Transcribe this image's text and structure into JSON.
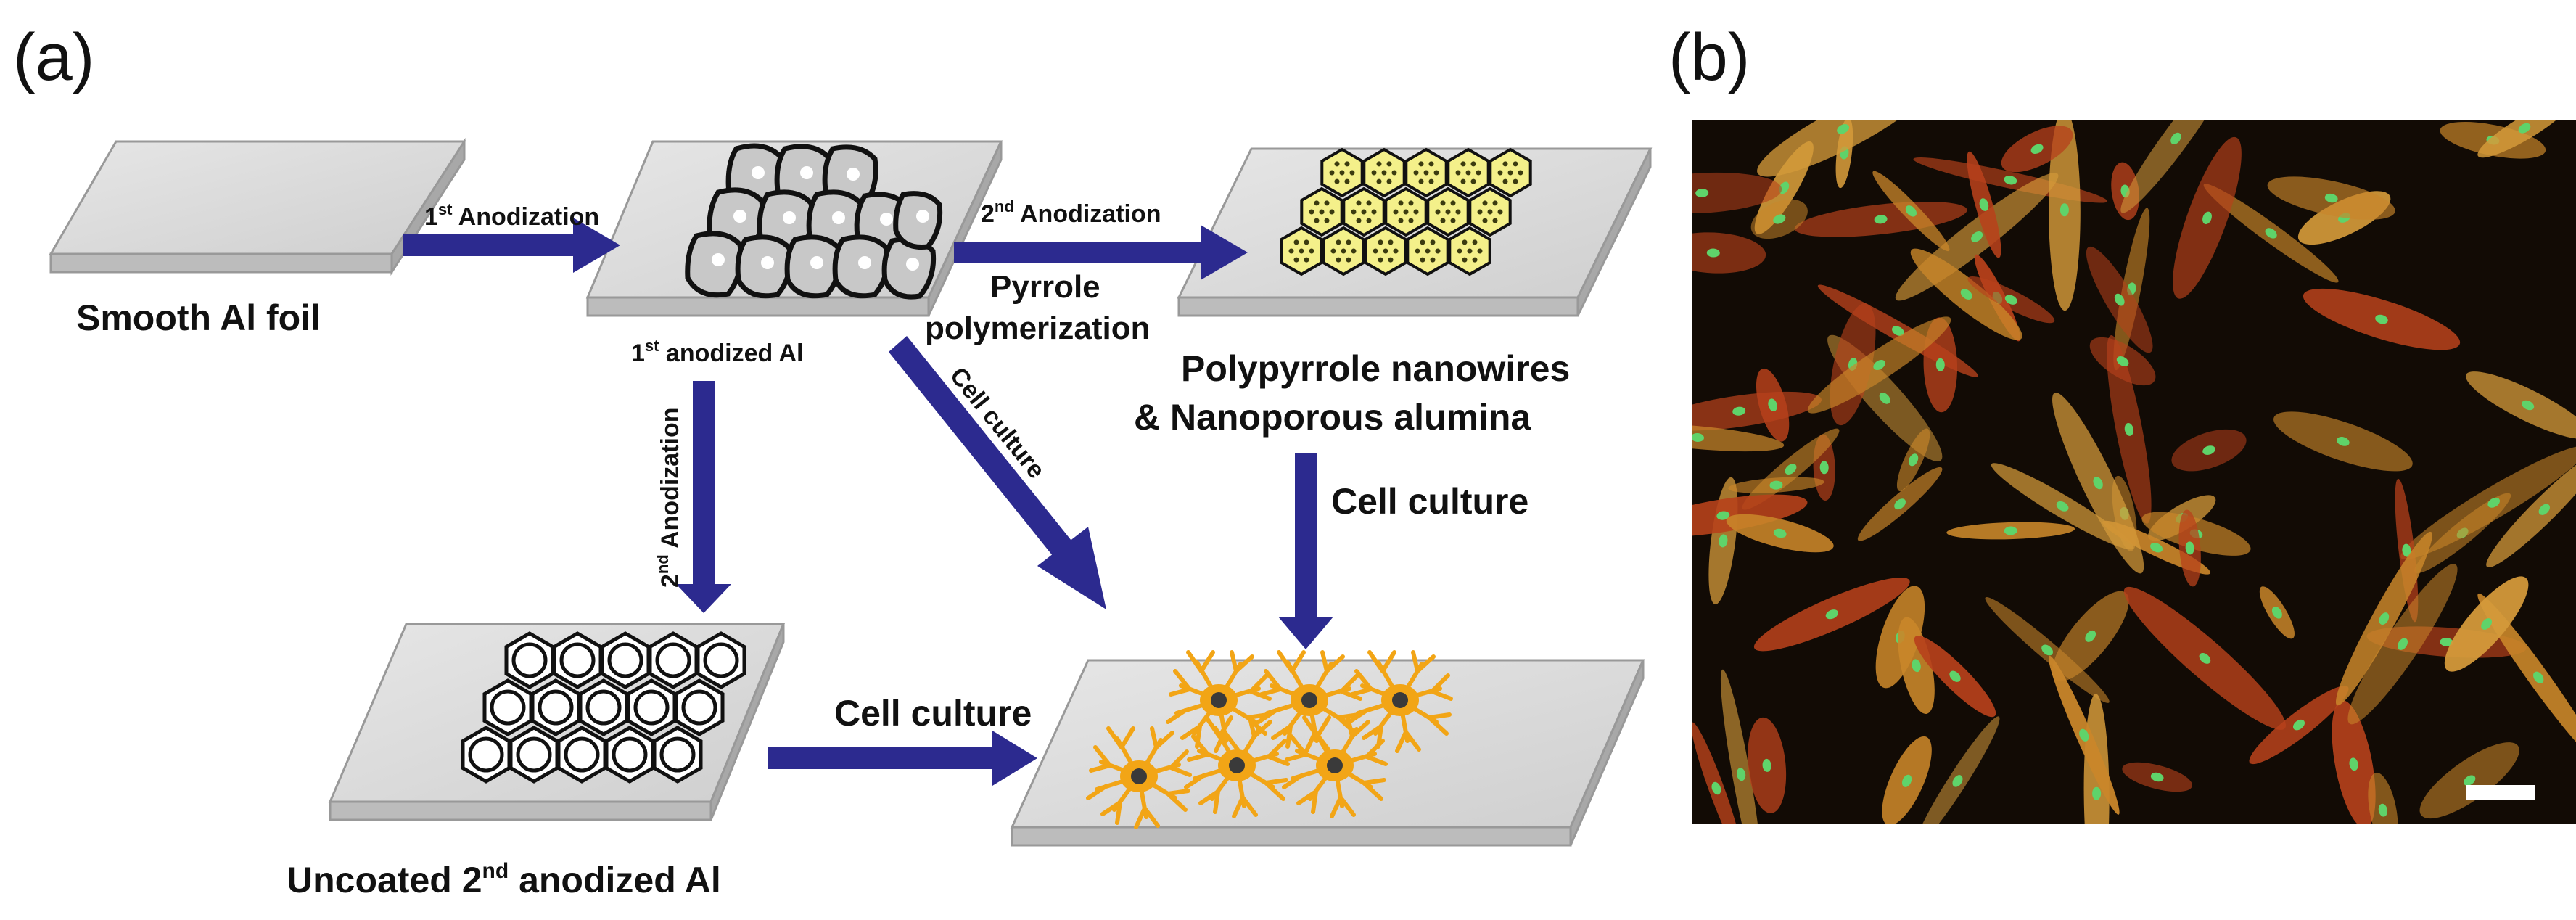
{
  "panels": {
    "a": {
      "label": "(a)"
    },
    "b": {
      "label": "(b)"
    }
  },
  "labels": {
    "smooth_foil": "Smooth Al foil",
    "first_anodized": {
      "prefix": "1",
      "sup": "st",
      "suffix": " anodized Al"
    },
    "ppy_line1": "Polypyrrole nanowires",
    "ppy_line2": "& Nanoporous alumina",
    "uncoated": {
      "prefix": "Uncoated 2",
      "sup": "nd",
      "suffix": " anodized Al"
    }
  },
  "arrows": {
    "first_anodization": {
      "prefix": "1",
      "sup": "st",
      "suffix": " Anodization"
    },
    "second_anodization_top": {
      "prefix": "2",
      "sup": "nd",
      "suffix": " Anodization"
    },
    "pyrrole_line1": "Pyrrole",
    "pyrrole_line2": "polymerization",
    "second_anodization_vertical": {
      "prefix": "2",
      "sup": "nd",
      "suffix": " Anodization"
    },
    "cell_culture_diagonal": "Cell culture",
    "cell_culture_right": "Cell culture",
    "cell_culture_bottom": "Cell culture"
  },
  "colors": {
    "arrow": "#2c2a8f",
    "plate_top": "#d9d9d9",
    "plate_side": "#bcbcbc",
    "pore_fill": "#c8c8c8",
    "hex_fill": "#f4f08a",
    "cell_body": "#f2a516",
    "nucleus": "#3a3a3a",
    "micrograph_bg": "#120b05",
    "scale_bar": "#ffffff"
  },
  "icons": {
    "cell": "neuron-cell-icon"
  }
}
